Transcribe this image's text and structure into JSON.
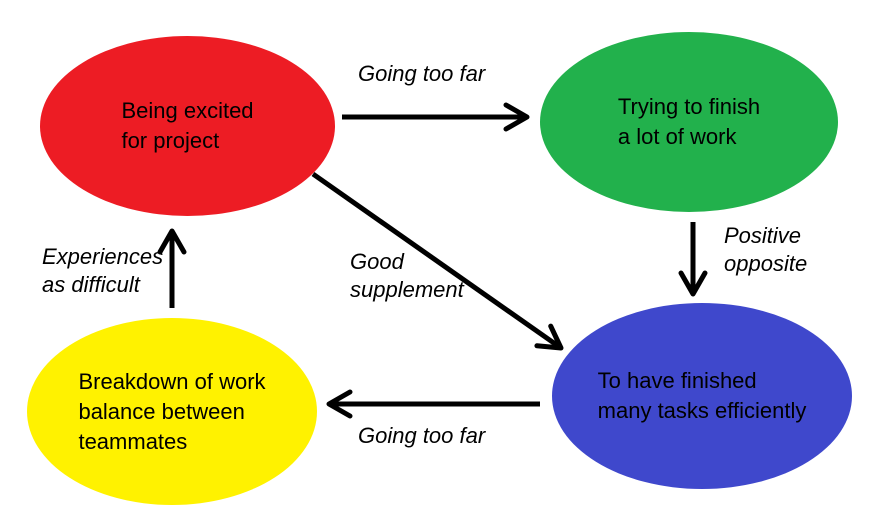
{
  "diagram": {
    "background": "#ffffff",
    "arrow_color": "#000000",
    "text_color": "#000000",
    "nodes": {
      "excited": {
        "line1": "Being excited",
        "line2": "for project",
        "color": "#ED1C24",
        "shape": "ellipse"
      },
      "trying": {
        "line1": "Trying to finish",
        "line2": "a lot of work",
        "color": "#22B14C",
        "shape": "ellipse"
      },
      "finished": {
        "line1": "To have finished",
        "line2": "many tasks efficiently",
        "color": "#3F48CC",
        "shape": "ellipse"
      },
      "breakdown": {
        "line1": "Breakdown of work",
        "line2": "balance between",
        "line3": "teammates",
        "color": "#FFF200",
        "shape": "ellipse"
      }
    },
    "edges": {
      "excited_to_trying": {
        "label": "Going too far"
      },
      "trying_to_finished": {
        "label_line1": "Positive",
        "label_line2": "opposite"
      },
      "excited_to_finished": {
        "label_line1": "Good",
        "label_line2": "supplement"
      },
      "finished_to_breakdown": {
        "label": "Going too far"
      },
      "breakdown_to_excited": {
        "label_line1": "Experiences",
        "label_line2": "as difficult"
      }
    }
  }
}
